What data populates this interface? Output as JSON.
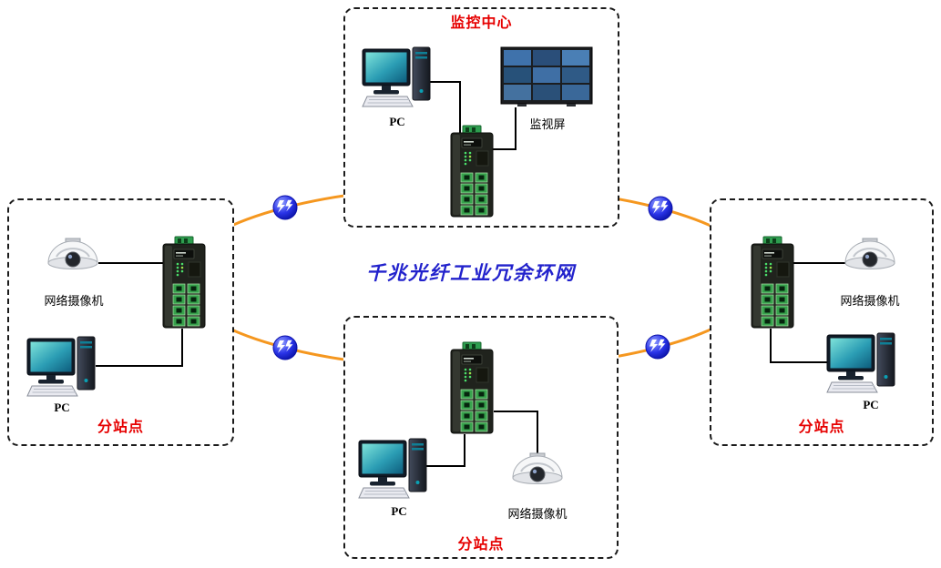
{
  "diagram": {
    "title": "千兆光纤工业冗余环网",
    "colors": {
      "ring": "#F5971F",
      "site_label": "#E60000",
      "title": "#2222CC",
      "fiber_icon": "#1414C8"
    },
    "center_site": {
      "label": "监控中心",
      "pc_label": "PC",
      "screen_label": "监视屏"
    },
    "left_site": {
      "label": "分站点",
      "camera_label": "网络摄像机",
      "pc_label": "PC"
    },
    "right_site": {
      "label": "分站点",
      "camera_label": "网络摄像机",
      "pc_label": "PC"
    },
    "bottom_site": {
      "label": "分站点",
      "pc_label": "PC",
      "camera_label": "网络摄像机"
    }
  }
}
